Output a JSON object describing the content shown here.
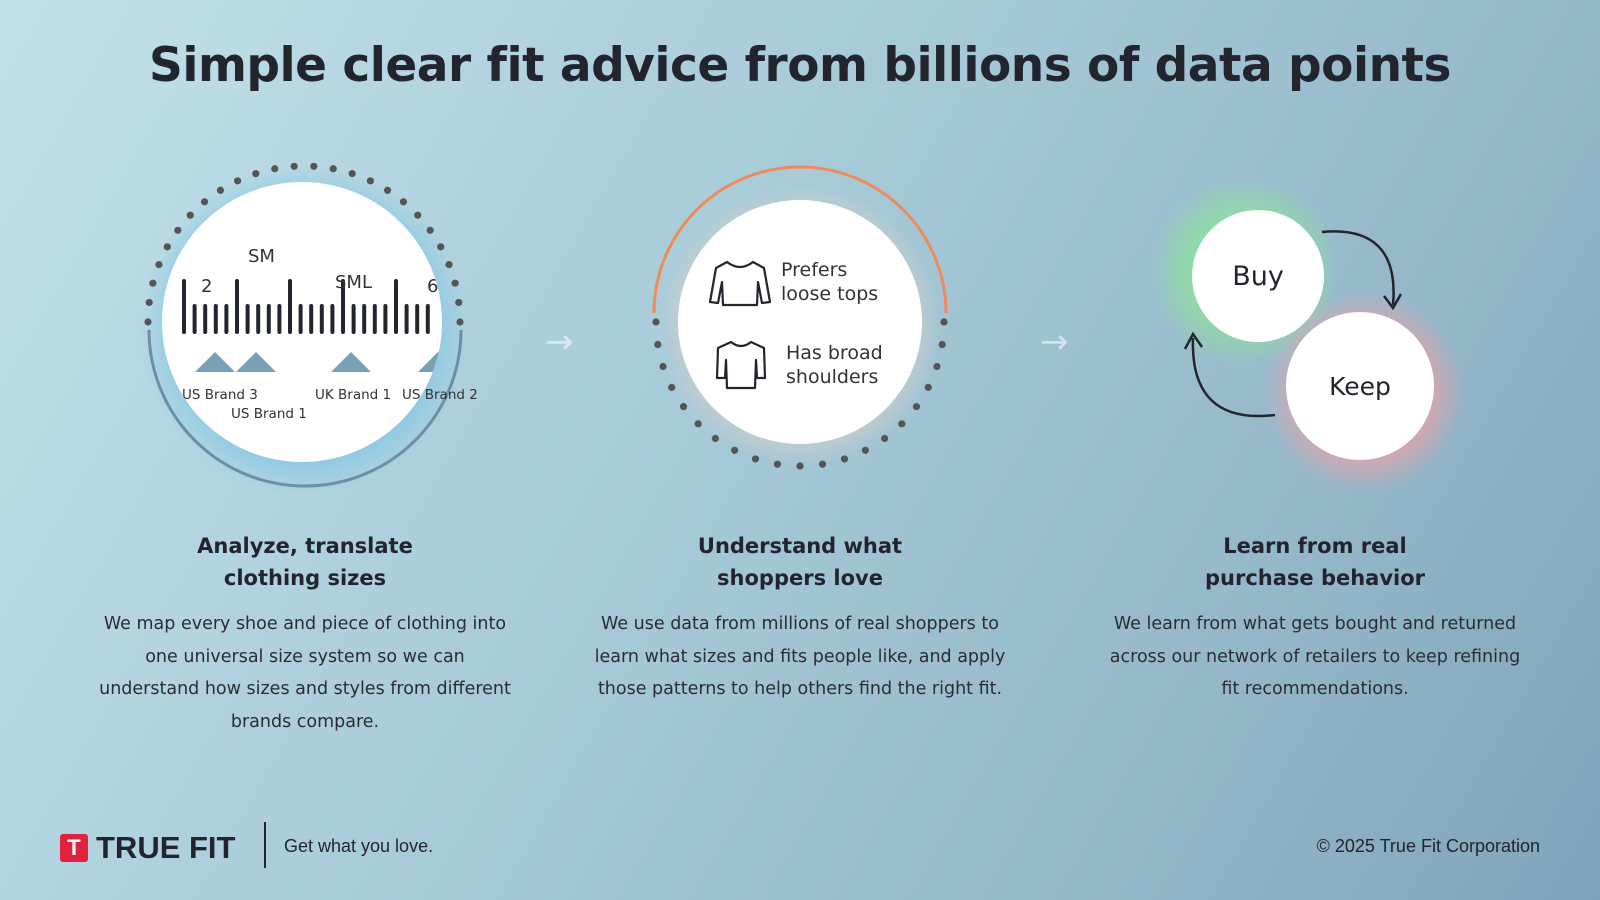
{
  "title": "Simple clear fit advice from billions of data points",
  "steps": [
    {
      "heading": "Analyze, translate\nclothing sizes",
      "body": "We map every shoe and piece of clothing into one universal size system so we can understand how sizes and styles from different brands compare.",
      "illustration": {
        "size_labels": [
          "2",
          "SM",
          "SML",
          "6"
        ],
        "brands": [
          "US Brand 3",
          "US Brand 1",
          "UK Brand 1",
          "US Brand 2"
        ]
      }
    },
    {
      "heading": "Understand what\nshoppers love",
      "body": "We use data from millions of real shoppers to learn what sizes and fits people like, and apply those patterns to help others find the right fit.",
      "illustration": {
        "traits": [
          "Prefers",
          "loose tops",
          "Has broad",
          "shoulders"
        ]
      }
    },
    {
      "heading": "Learn from real\npurchase behavior",
      "body": "We learn from what gets bought and returned across our network of retailers to keep refining fit recommendations.",
      "illustration": {
        "buy": "Buy",
        "keep": "Keep"
      }
    }
  ],
  "footer": {
    "logo_letter": "T",
    "brand": "TRUE FIT",
    "tagline": "Get what you love.",
    "copyright": "© 2025 True Fit Corporation"
  }
}
